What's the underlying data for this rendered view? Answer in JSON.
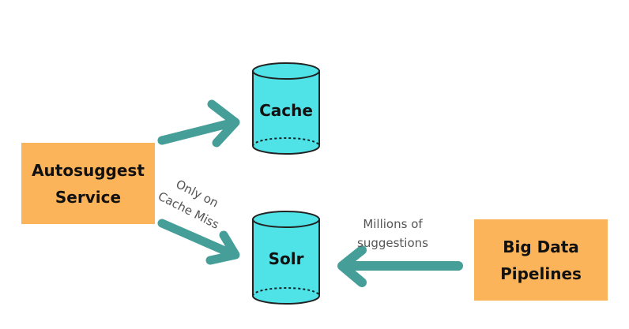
{
  "nodes": {
    "autosuggest": {
      "label": "Autosuggest\nService"
    },
    "cache": {
      "label": "Cache"
    },
    "solr": {
      "label": "Solr"
    },
    "bigdata": {
      "label": "Big Data\nPipelines"
    }
  },
  "edges": {
    "cache_miss_note": {
      "line1": "Only on",
      "line2": "Cache Miss"
    },
    "millions_note": {
      "line1": "Millions of",
      "line2": "suggestions"
    }
  },
  "colors": {
    "box_fill": "#fbb45a",
    "cylinder_fill": "#4fe3e7",
    "arrow": "#459e98"
  }
}
